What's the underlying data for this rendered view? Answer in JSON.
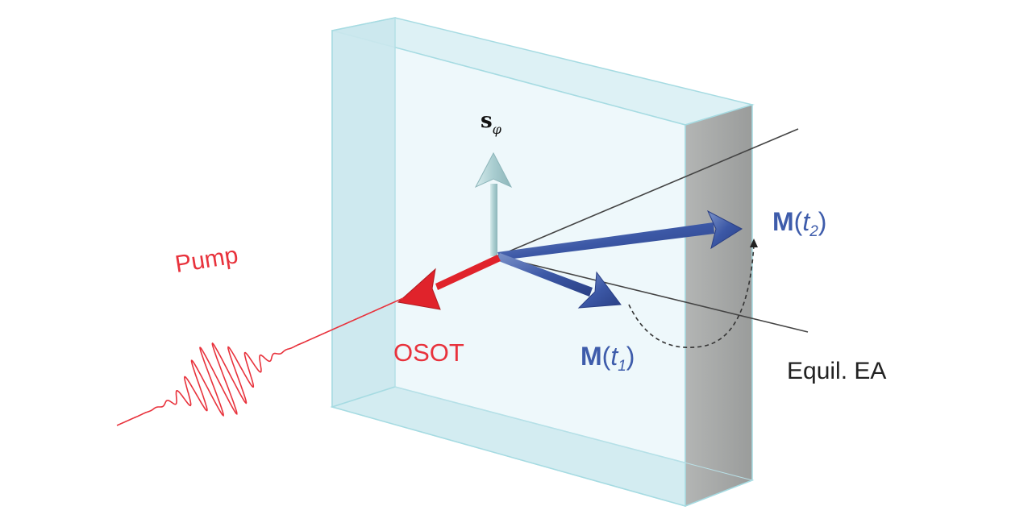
{
  "labels": {
    "pump": "Pump",
    "osot": "OSOT",
    "equil_ea": "Equil. EA",
    "s_main": "s",
    "s_sub": "φ",
    "m_symbol": "M",
    "paren_open": "(",
    "paren_close": ")",
    "t": "t",
    "m1_sub": "1",
    "m2_sub": "2"
  },
  "colors": {
    "pump_red": "#e8323c",
    "osot_red": "#e0232b",
    "magnetization_blue": "#3e5cab",
    "spin_arrow": "#b9d6d8",
    "slab_front": "#eef8fb",
    "slab_edge": "#c7e6ec",
    "slab_side": "#a8aaa9",
    "slab_outline": "#a6dbe2",
    "axis_line": "#333333"
  }
}
